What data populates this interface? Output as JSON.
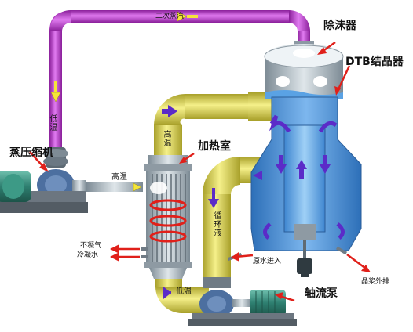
{
  "labels": {
    "secondary_steam": "二次蒸汽",
    "demister": "除沫器",
    "dtb_crystallizer": "DTB结晶器",
    "low_temp_top": "低温",
    "compressor": "压缩机",
    "compressor_prefix": "蒸",
    "high_temp_pipe": "高温",
    "high_temp_inlet": "高温",
    "heating_chamber": "加热室",
    "circulating_liquid": "循环液",
    "noncondensable_gas": "不凝气",
    "condensate_water": "冷凝水",
    "raw_water_inlet": "原水进入",
    "low_temp_bottom": "低温",
    "axial_pump": "轴流泵",
    "slurry_discharge": "晶浆外排"
  },
  "colors": {
    "steam_pipe": "#c23bd0",
    "hot_pipe": "#e9e35a",
    "vessel": "#4f95dc",
    "flow_arrow": "#5b2bc8",
    "indicator_arrow": "#e0201a",
    "motor": "#3a8a7a"
  }
}
